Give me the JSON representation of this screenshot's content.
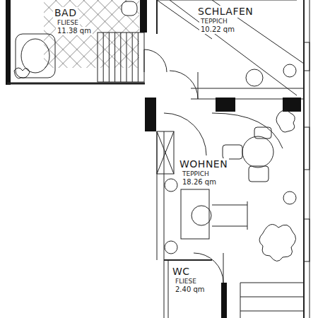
{
  "diagram": {
    "nodes": [
      {
        "text": [
          "BAD",
          "FLIESE",
          "11.38 qm"
        ]
      },
      {
        "text": [
          "SCHLAFEN",
          "TEPPICH",
          "10.22 qm"
        ]
      },
      {
        "text": [
          "WOHNEN",
          "TEPPICH",
          "18.26 qm"
        ]
      },
      {
        "text": [
          "WC",
          "FLIESE",
          "2.40 qm"
        ]
      }
    ]
  }
}
